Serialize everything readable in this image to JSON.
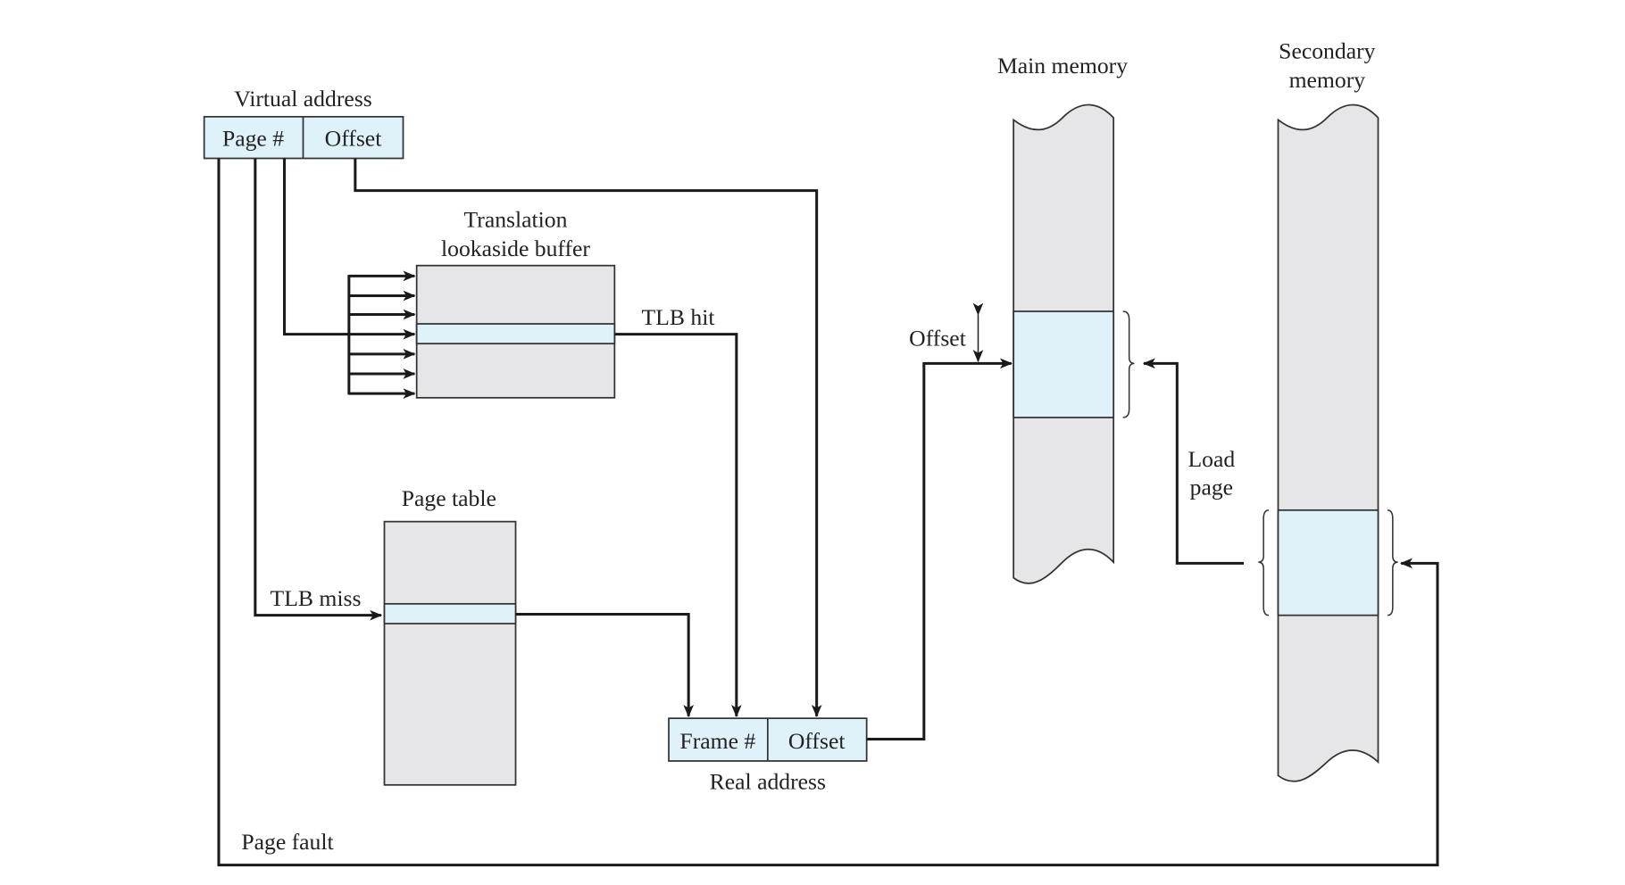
{
  "colors": {
    "highlight": "#dff2fa",
    "memory_gray": "#e6e6e8",
    "line": "#1a1a1a"
  },
  "virtual_address": {
    "title": "Virtual address",
    "page": "Page #",
    "offset": "Offset"
  },
  "tlb": {
    "title_line1": "Translation",
    "title_line2": "lookaside buffer",
    "hit": "TLB hit",
    "miss": "TLB miss"
  },
  "page_table": {
    "title": "Page table"
  },
  "real_address": {
    "title": "Real address",
    "frame": "Frame #",
    "offset": "Offset"
  },
  "main_memory": {
    "title": "Main memory",
    "offset_label": "Offset"
  },
  "secondary_memory": {
    "title_line1": "Secondary",
    "title_line2": "memory"
  },
  "load_page": {
    "line1": "Load",
    "line2": "page"
  },
  "page_fault": "Page fault"
}
